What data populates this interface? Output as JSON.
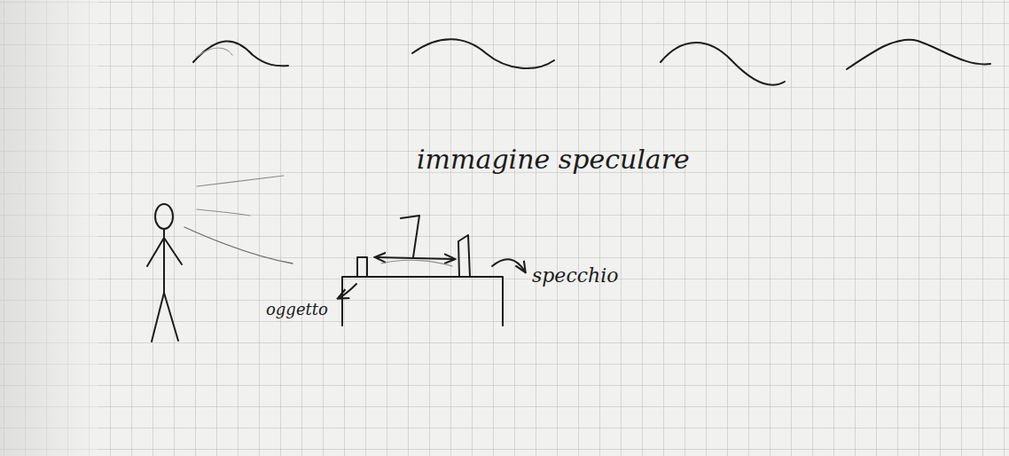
{
  "diagram": {
    "labels": [
      "immagine speculare",
      "oggetto",
      "specchio"
    ]
  }
}
